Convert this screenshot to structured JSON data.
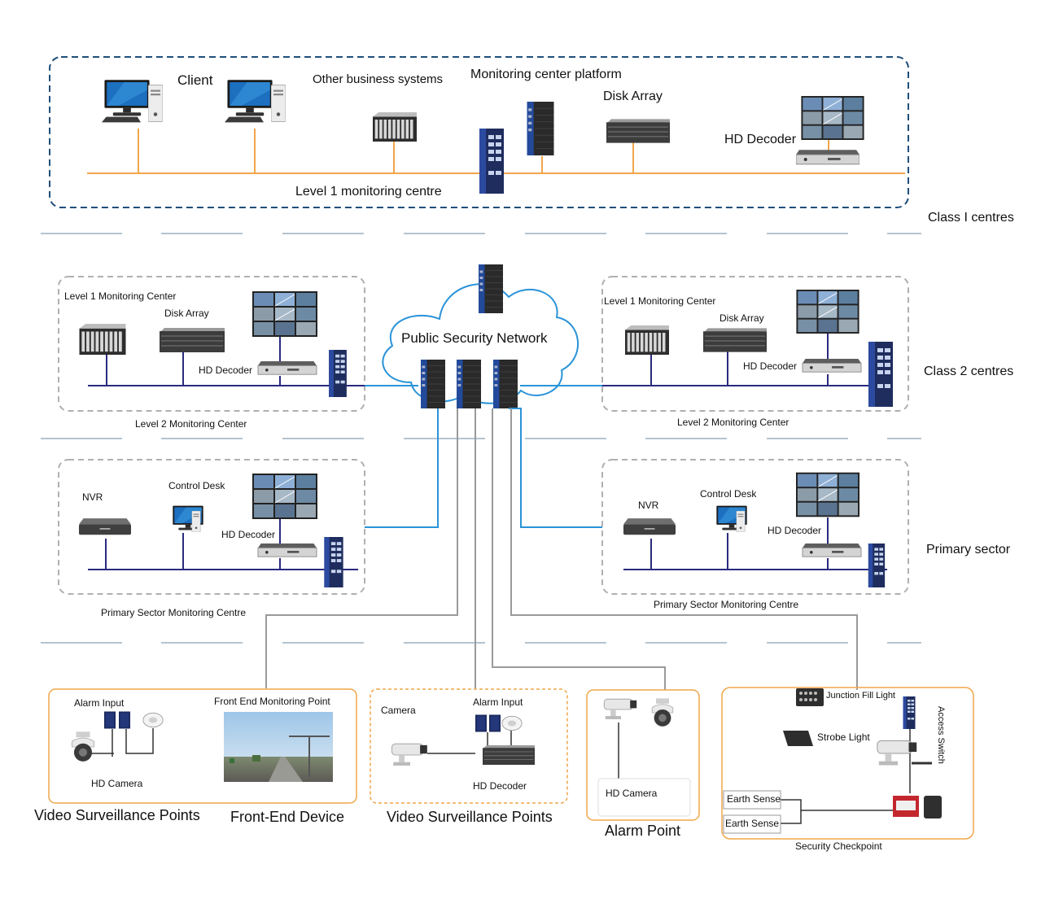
{
  "colors": {
    "orange": "#f0a64a",
    "navy": "#2a2a80",
    "blue": "#2a93d8",
    "gray": "#9a9a9a",
    "dash": "#1f4f7a",
    "box_gray": "#b0b0b0"
  },
  "class1": {
    "client_label": "Client",
    "other_systems_label": "Other business systems",
    "monitoring_platform_label": "Monitoring center platform",
    "disk_array_label": "Disk Array",
    "hd_decoder_label": "HD Decoder",
    "centre_label": "Level 1 monitoring centre"
  },
  "side_labels": {
    "class1": "Class I centres",
    "class2": "Class 2 centres",
    "primary": "Primary sector"
  },
  "cloud_label": "Public Security Network",
  "left_l2": {
    "level1_label": "Level 1 Monitoring Center",
    "disk_array_label": "Disk Array",
    "hd_decoder_label": "HD Decoder",
    "caption": "Level 2 Monitoring Center"
  },
  "right_l2": {
    "level1_label": "Level 1 Monitoring Center",
    "disk_array_label": "Disk Array",
    "hd_decoder_label": "HD Decoder",
    "caption": "Level 2 Monitoring Center"
  },
  "left_ps": {
    "nvr_label": "NVR",
    "control_desk_label": "Control Desk",
    "hd_decoder_label": "HD Decoder",
    "caption": "Primary Sector Monitoring Centre"
  },
  "right_ps": {
    "nvr_label": "NVR",
    "control_desk_label": "Control Desk",
    "hd_decoder_label": "HD Decoder",
    "caption": "Primary Sector Monitoring Centre"
  },
  "front1": {
    "alarm_input_label": "Alarm Input",
    "front_end_point_label": "Front End Monitoring Point",
    "hd_camera_label": "HD Camera",
    "caption_left": "Video Surveillance Points",
    "caption_right": "Front-End Device"
  },
  "front2": {
    "camera_label": "Camera",
    "alarm_input_label": "Alarm Input",
    "hd_decoder_label": "HD Decoder",
    "caption": "Video Surveillance Points"
  },
  "front3": {
    "hd_camera_label": "HD Camera",
    "caption": "Alarm Point"
  },
  "front4": {
    "junction_fill_light_label": "Junction Fill Light",
    "strobe_light_label": "Strobe Light",
    "access_switch_label": "Access Switch",
    "earth_sense_1": "Earth Sense",
    "earth_sense_2": "Earth Sense",
    "caption": "Security Checkpoint"
  }
}
